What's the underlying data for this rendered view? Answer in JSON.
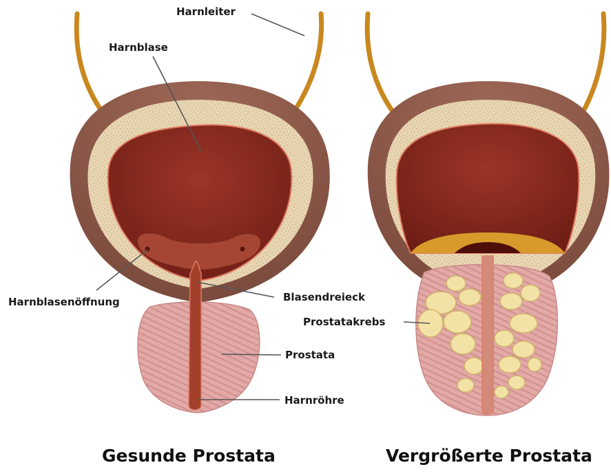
{
  "labels": {
    "ureter": "Harnleiter",
    "bladder": "Harnblase",
    "bladder_opening": "Harnblasenöffnung",
    "trigone": "Blasendreieck",
    "prostate_cancer": "Prostatakrebs",
    "prostate": "Prostata",
    "urethra": "Harnröhre"
  },
  "captions": {
    "healthy": "Gesunde Prostata",
    "enlarged": "Vergrößerte Prostata"
  },
  "colors": {
    "ureter": "#c9881f",
    "bladder_wall": "#8a5a4a",
    "bladder_wall_inner": "#e8d5b2",
    "lumen": "#8e2e22",
    "lumen_dark": "#6e1f18",
    "trigone": "#b0543e",
    "prostate": "#dfa3a3",
    "prostate_stripe": "#c98888",
    "urethra": "#a3402c",
    "tumor": "#f3e2a6",
    "tumor_edge": "#cfb36b",
    "urine": "#d89a2a",
    "leader_line": "#555555"
  }
}
